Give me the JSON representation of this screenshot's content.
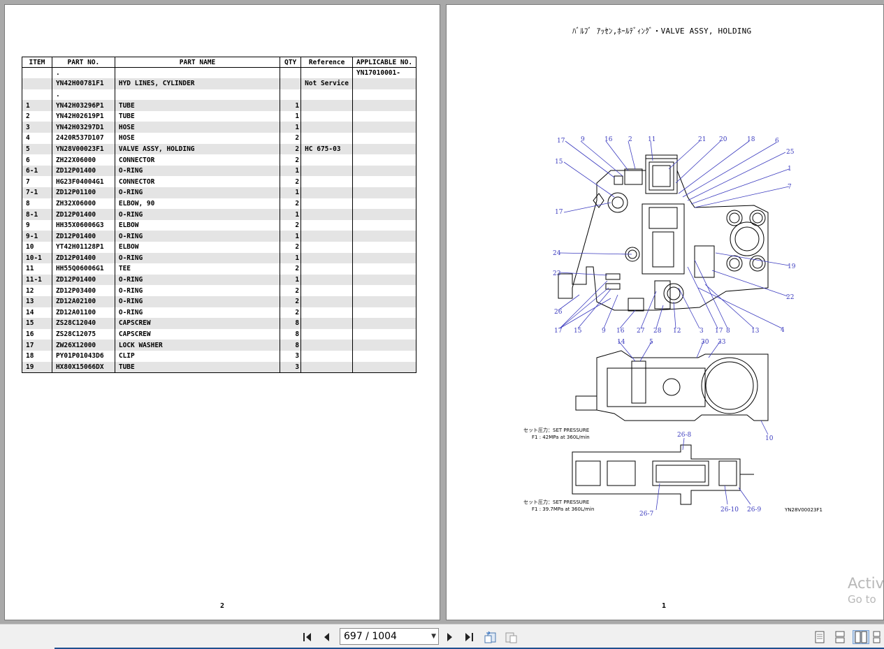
{
  "left_page": {
    "columns": [
      "ITEM",
      "PART NO.",
      "PART NAME",
      "QTY",
      "Reference",
      "APPLICABLE NO."
    ],
    "rows": [
      {
        "item": "",
        "part_no": ".",
        "name": "",
        "qty": "",
        "ref": "",
        "app": "YN17010001-"
      },
      {
        "item": "",
        "part_no": "YN42H00781F1",
        "name": "HYD LINES, CYLINDER",
        "qty": "",
        "ref": "Not Service",
        "app": ""
      },
      {
        "item": "",
        "part_no": ".",
        "name": "",
        "qty": "",
        "ref": "",
        "app": ""
      },
      {
        "item": "1",
        "part_no": "YN42H03296P1",
        "name": "TUBE",
        "qty": "1",
        "ref": "",
        "app": ""
      },
      {
        "item": "2",
        "part_no": "YN42H02619P1",
        "name": "TUBE",
        "qty": "1",
        "ref": "",
        "app": ""
      },
      {
        "item": "3",
        "part_no": "YN42H03297D1",
        "name": "HOSE",
        "qty": "1",
        "ref": "",
        "app": ""
      },
      {
        "item": "4",
        "part_no": "2420R537D107",
        "name": "HOSE",
        "qty": "2",
        "ref": "",
        "app": ""
      },
      {
        "item": "5",
        "part_no": "YN28V00023F1",
        "name": "VALVE ASSY, HOLDING",
        "qty": "2",
        "ref": "HC 675-03",
        "app": ""
      },
      {
        "item": "6",
        "part_no": "ZH22X06000",
        "name": "CONNECTOR",
        "qty": "2",
        "ref": "",
        "app": ""
      },
      {
        "item": "6-1",
        "part_no": "ZD12P01400",
        "name": "O-RING",
        "qty": "1",
        "ref": "",
        "app": ""
      },
      {
        "item": "7",
        "part_no": "HG23F04004G1",
        "name": "CONNECTOR",
        "qty": "2",
        "ref": "",
        "app": ""
      },
      {
        "item": "7-1",
        "part_no": "ZD12P01100",
        "name": "O-RING",
        "qty": "1",
        "ref": "",
        "app": ""
      },
      {
        "item": "8",
        "part_no": "ZH32X06000",
        "name": "ELBOW, 90",
        "qty": "2",
        "ref": "",
        "app": ""
      },
      {
        "item": "8-1",
        "part_no": "ZD12P01400",
        "name": "O-RING",
        "qty": "1",
        "ref": "",
        "app": ""
      },
      {
        "item": "9",
        "part_no": "HH35X06006G3",
        "name": "ELBOW",
        "qty": "2",
        "ref": "",
        "app": ""
      },
      {
        "item": "9-1",
        "part_no": "ZD12P01400",
        "name": "O-RING",
        "qty": "1",
        "ref": "",
        "app": ""
      },
      {
        "item": "10",
        "part_no": "YT42H01128P1",
        "name": "ELBOW",
        "qty": "2",
        "ref": "",
        "app": ""
      },
      {
        "item": "10-1",
        "part_no": "ZD12P01400",
        "name": "O-RING",
        "qty": "1",
        "ref": "",
        "app": ""
      },
      {
        "item": "11",
        "part_no": "HH55Q06006G1",
        "name": "TEE",
        "qty": "2",
        "ref": "",
        "app": ""
      },
      {
        "item": "11-1",
        "part_no": "ZD12P01400",
        "name": "O-RING",
        "qty": "1",
        "ref": "",
        "app": ""
      },
      {
        "item": "12",
        "part_no": "ZD12P03400",
        "name": "O-RING",
        "qty": "2",
        "ref": "",
        "app": ""
      },
      {
        "item": "13",
        "part_no": "ZD12A02100",
        "name": "O-RING",
        "qty": "2",
        "ref": "",
        "app": ""
      },
      {
        "item": "14",
        "part_no": "ZD12A01100",
        "name": "O-RING",
        "qty": "2",
        "ref": "",
        "app": ""
      },
      {
        "item": "15",
        "part_no": "ZS28C12040",
        "name": "CAPSCREW",
        "qty": "8",
        "ref": "",
        "app": ""
      },
      {
        "item": "16",
        "part_no": "ZS28C12075",
        "name": "CAPSCREW",
        "qty": "8",
        "ref": "",
        "app": ""
      },
      {
        "item": "17",
        "part_no": "ZW26X12000",
        "name": "LOCK WASHER",
        "qty": "8",
        "ref": "",
        "app": ""
      },
      {
        "item": "18",
        "part_no": "PY01P01043D6",
        "name": "CLIP",
        "qty": "3",
        "ref": "",
        "app": ""
      },
      {
        "item": "19",
        "part_no": "HX80X15066DX",
        "name": "TUBE",
        "qty": "3",
        "ref": "",
        "app": ""
      }
    ],
    "page_number": "2"
  },
  "right_page": {
    "title": "ﾊﾞﾙﾌﾞ ｱｯｾﾝ,ﾎｰﾙﾃﾞｨﾝｸﾞ・VALVE ASSY, HOLDING",
    "callouts_top": [
      "17",
      "9",
      "16",
      "2",
      "11",
      "21",
      "20",
      "18",
      "6",
      "25",
      "1",
      "7",
      "15",
      "17",
      "24",
      "23",
      "19",
      "22",
      "26",
      "13",
      "4",
      "17",
      "15",
      "9",
      "16",
      "27",
      "28",
      "12",
      "3",
      "17",
      "8"
    ],
    "callouts_mid": [
      "14",
      "5",
      "30",
      "33",
      "10"
    ],
    "callouts_bottom": [
      "26-8",
      "26-7",
      "26-10",
      "26-9"
    ],
    "note1_line1": "セット圧力：SET PRESSURE",
    "note1_line2": "F1 : 42MPa  at  360L/min",
    "note2_line1": "セット圧力：SET PRESSURE",
    "note2_line2": "F1 : 39.7MPa  at  360L/min",
    "drawing_code": "YN28V00023F1",
    "page_number": "1"
  },
  "watermark": {
    "line1": "Activ",
    "line2": "Go to"
  },
  "toolbar": {
    "page_indicator": "697 / 1004",
    "icons": [
      "first-page-icon",
      "prev-page-icon",
      "next-page-icon",
      "last-page-icon",
      "previous-view-icon",
      "next-view-icon",
      "single-page-icon",
      "continuous-icon",
      "facing-icon",
      "continuous-facing-icon"
    ]
  }
}
